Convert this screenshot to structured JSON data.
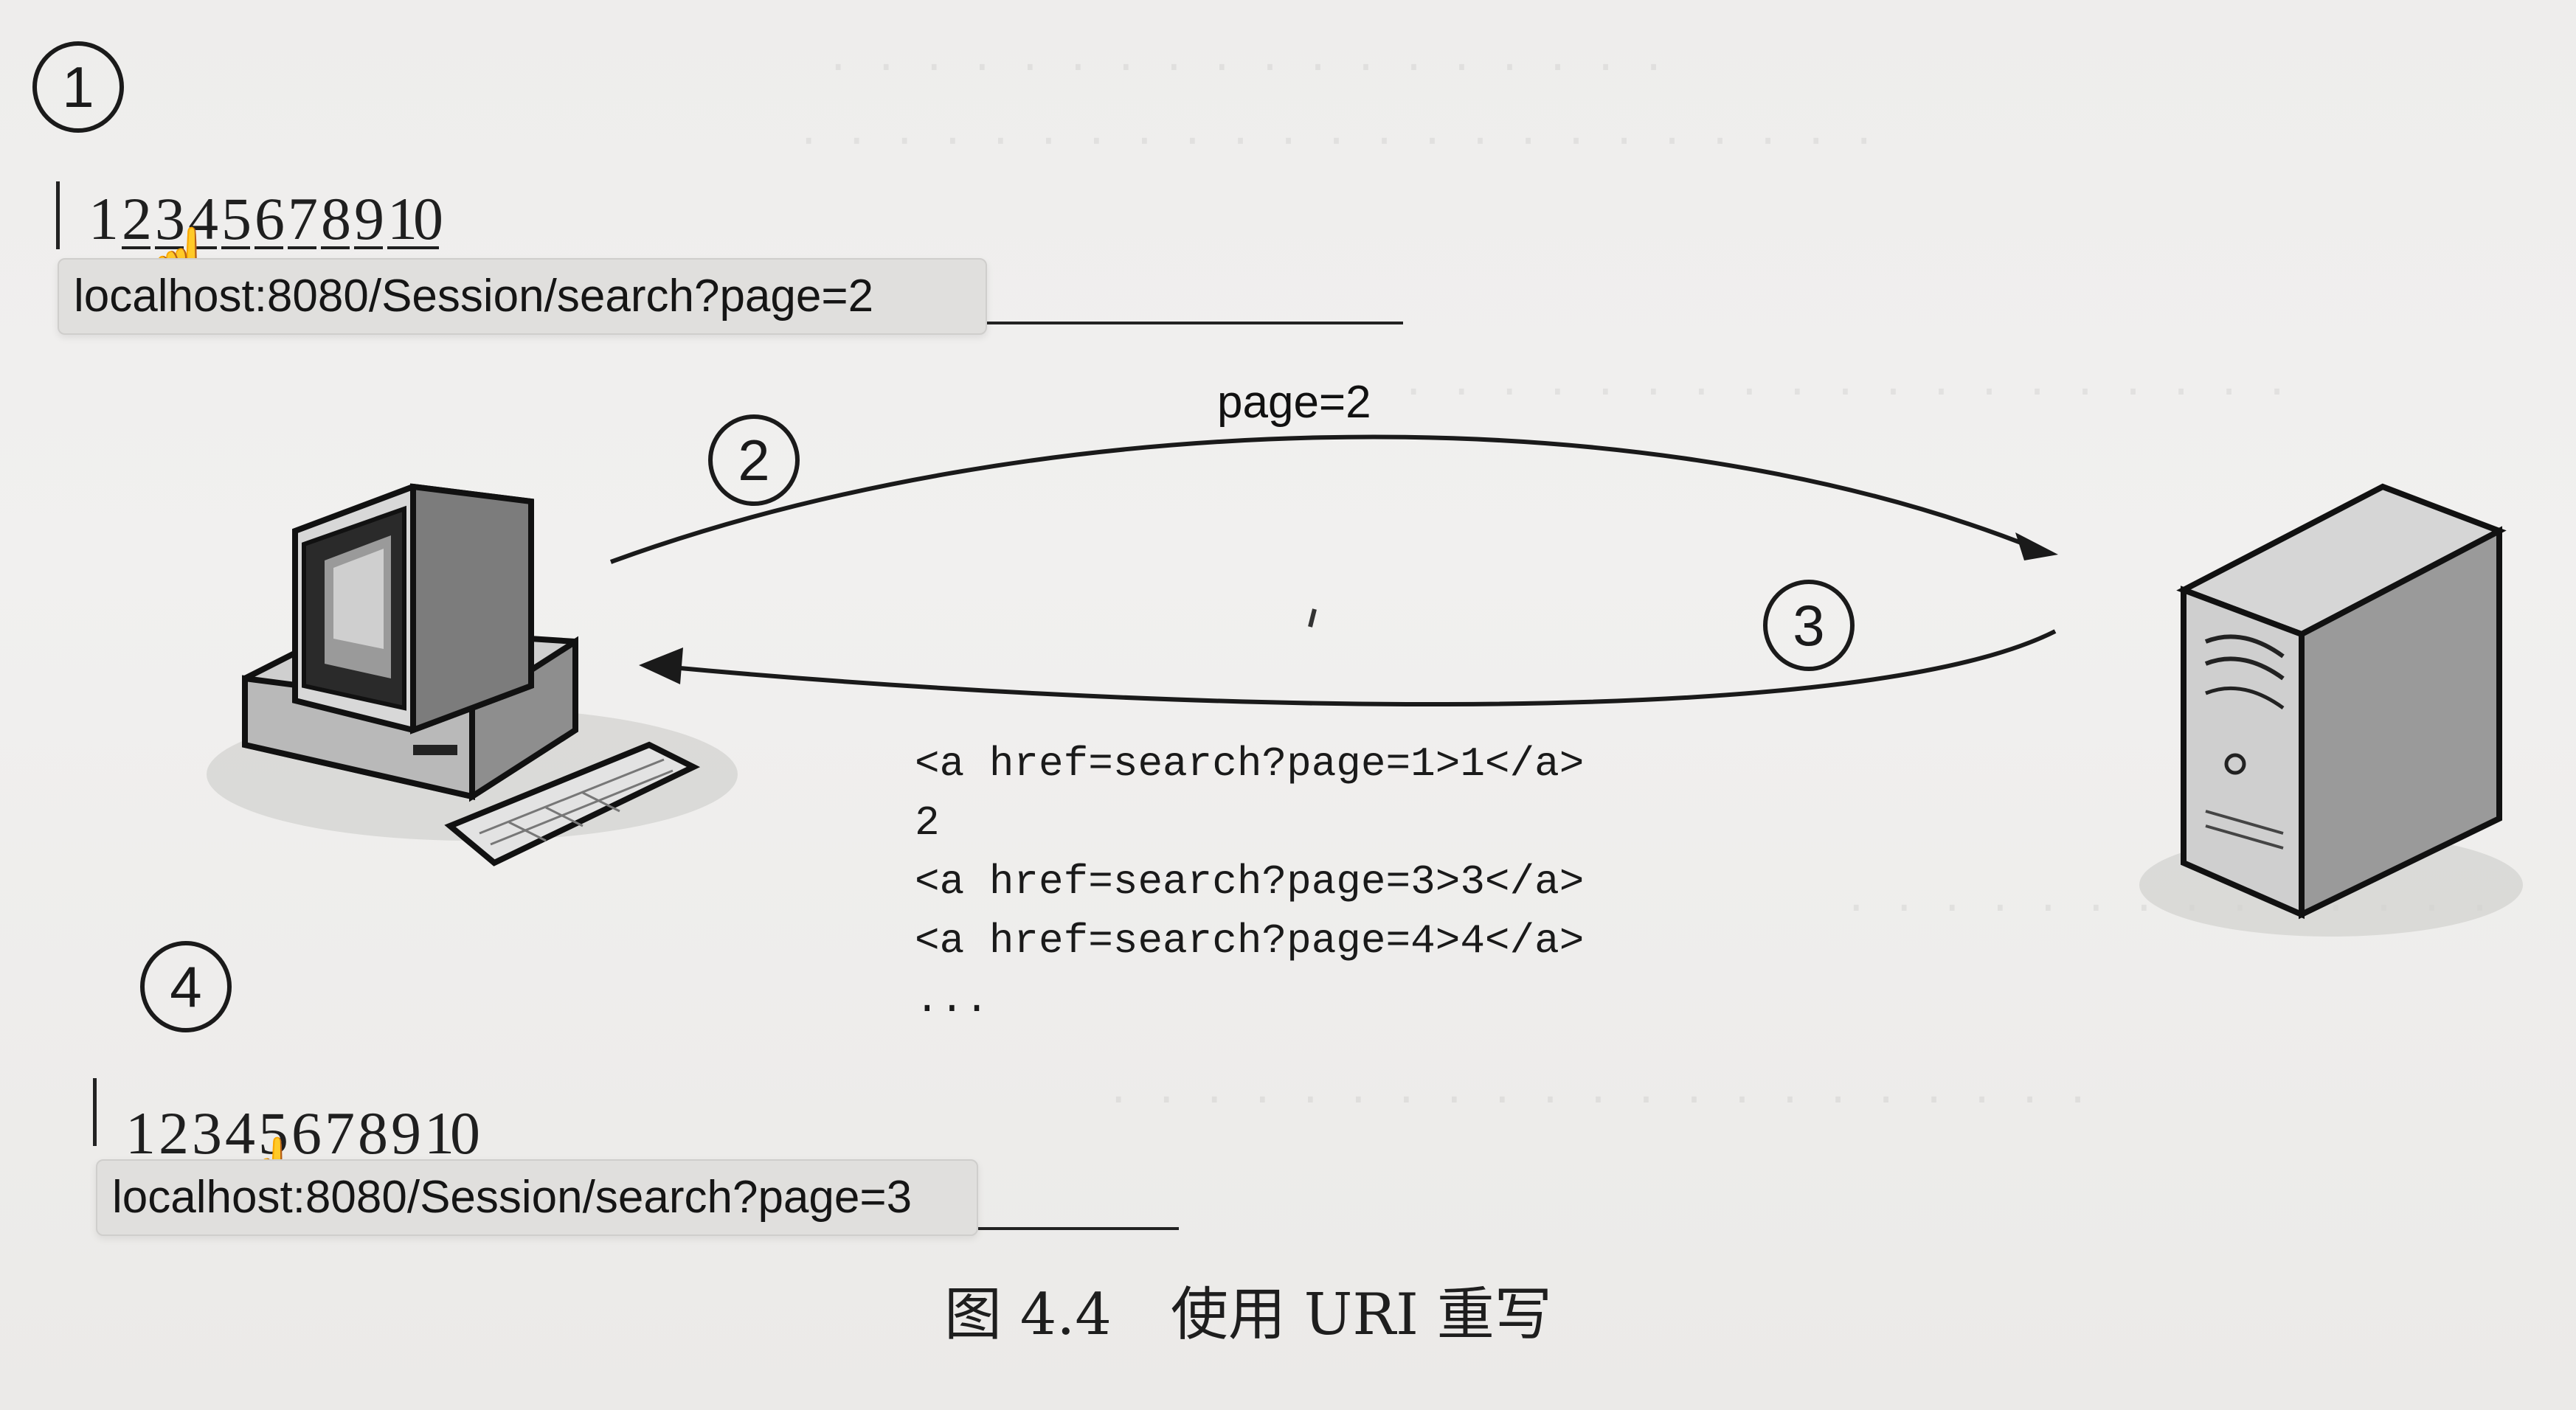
{
  "figure": {
    "steps": [
      "1",
      "2",
      "3",
      "4"
    ],
    "pager_top": {
      "pages": [
        "1",
        "2",
        "3",
        "4",
        "5",
        "6",
        "7",
        "8",
        "9",
        "10"
      ],
      "current": "1",
      "status_url": "localhost:8080/Session/search?page=2"
    },
    "request_label": "page=2",
    "response_code": [
      "<a href=search?page=1>1</a>",
      "2",
      "<a href=search?page=3>3</a>",
      "<a href=search?page=4>4</a>",
      "..."
    ],
    "pager_bottom": {
      "pages": [
        "1",
        "2",
        "3",
        "4",
        "5",
        "6",
        "7",
        "8",
        "9",
        "10"
      ],
      "current": "2",
      "status_url": "localhost:8080/Session/search?page=3"
    },
    "caption_number": "图 4.4",
    "caption_text": "使用 URI 重写"
  },
  "icons": {
    "client": "desktop-computer-icon",
    "server": "tower-server-icon",
    "pointer": "hand-pointer-icon"
  },
  "colors": {
    "paper": "#eeedec",
    "ink": "#1a1a1a",
    "url_box": "#e0dfdd"
  }
}
